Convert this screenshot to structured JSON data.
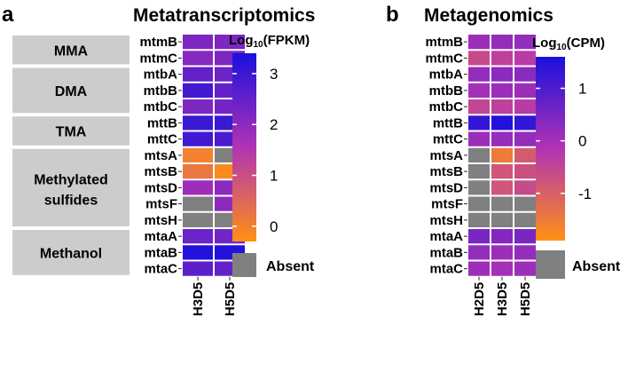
{
  "panel_a": {
    "letter": "a",
    "title": "Metatranscriptomics",
    "groups": [
      "MMA",
      "DMA",
      "TMA",
      "Methylated sulfides",
      "Methanol"
    ],
    "legend_title": "Log",
    "legend_sub": "10",
    "legend_unit": "(FPKM)",
    "legend_ticks": [
      "3",
      "2",
      "1",
      "0"
    ],
    "absent_label": "Absent"
  },
  "panel_b": {
    "letter": "b",
    "title": "Metagenomics",
    "legend_title": "Log",
    "legend_sub": "10",
    "legend_unit": "(CPM)",
    "legend_ticks": [
      "1",
      "0",
      "-1"
    ],
    "absent_label": "Absent"
  },
  "colors": {
    "high": "#1a10dd",
    "mid": "#b233b4",
    "low": "#ff9015",
    "absent": "#808080",
    "group_box": "#cccccc"
  },
  "chart_data": [
    {
      "type": "heatmap",
      "title": "Metatranscriptomics",
      "rows": [
        "mtmB",
        "mtmC",
        "mtbA",
        "mtbB",
        "mtbC",
        "mttB",
        "mttC",
        "mtsA",
        "mtsB",
        "mtsD",
        "mtsF",
        "mtsH",
        "mtaA",
        "mtaB",
        "mtaC"
      ],
      "columns": [
        "H3D5",
        "H5D5"
      ],
      "values": [
        [
          2.2,
          2.2
        ],
        [
          2.1,
          2.2
        ],
        [
          2.5,
          2.4
        ],
        [
          2.9,
          2.5
        ],
        [
          2.2,
          2.3
        ],
        [
          3.0,
          3.0
        ],
        [
          2.9,
          2.8
        ],
        [
          0.0,
          null
        ],
        [
          0.2,
          -0.2
        ],
        [
          1.8,
          2.0
        ],
        [
          null,
          2.0
        ],
        [
          null,
          null
        ],
        [
          2.4,
          2.3
        ],
        [
          3.3,
          3.3
        ],
        [
          2.6,
          2.5
        ]
      ],
      "color_scale": {
        "label": "Log10(FPKM)",
        "min": -0.3,
        "max": 3.4,
        "ticks": [
          3,
          2,
          1,
          0
        ]
      },
      "groups": [
        {
          "name": "MMA",
          "rows": [
            "mtmB",
            "mtmC"
          ]
        },
        {
          "name": "DMA",
          "rows": [
            "mtbA",
            "mtbB",
            "mtbC"
          ]
        },
        {
          "name": "TMA",
          "rows": [
            "mttB",
            "mttC"
          ]
        },
        {
          "name": "Methylated sulfides",
          "rows": [
            "mtsA",
            "mtsB",
            "mtsD",
            "mtsF",
            "mtsH"
          ]
        },
        {
          "name": "Methanol",
          "rows": [
            "mtaA",
            "mtaB",
            "mtaC"
          ]
        }
      ],
      "missing_label": "Absent"
    },
    {
      "type": "heatmap",
      "title": "Metagenomics",
      "rows": [
        "mtmB",
        "mtmC",
        "mtbA",
        "mtbB",
        "mtbC",
        "mttB",
        "mttC",
        "mtsA",
        "mtsB",
        "mtsD",
        "mtsF",
        "mtsH",
        "mtaA",
        "mtaB",
        "mtaC"
      ],
      "columns": [
        "H2D5",
        "H3D5",
        "H5D5"
      ],
      "values": [
        [
          0.1,
          0.2,
          0.2
        ],
        [
          -0.6,
          -0.4,
          -0.3
        ],
        [
          0.2,
          0.3,
          0.3
        ],
        [
          0.0,
          0.1,
          0.1
        ],
        [
          -0.5,
          -0.4,
          -0.3
        ],
        [
          1.3,
          1.5,
          1.3
        ],
        [
          0.1,
          0.2,
          0.2
        ],
        [
          null,
          -1.5,
          -0.9
        ],
        [
          null,
          -0.8,
          -0.7
        ],
        [
          null,
          -0.8,
          -0.6
        ],
        [
          null,
          null,
          null
        ],
        [
          null,
          null,
          null
        ],
        [
          0.5,
          0.4,
          0.5
        ],
        [
          0.2,
          0.1,
          0.2
        ],
        [
          0.1,
          0.0,
          0.1
        ]
      ],
      "color_scale": {
        "label": "Log10(CPM)",
        "min": -1.9,
        "max": 1.6,
        "ticks": [
          1,
          0,
          -1
        ]
      },
      "missing_label": "Absent"
    }
  ]
}
